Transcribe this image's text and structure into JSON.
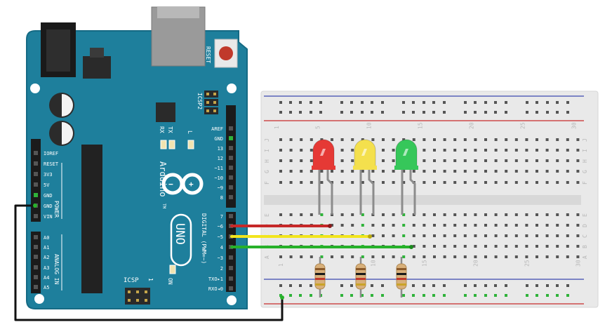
{
  "board": {
    "reset_label": "RESET",
    "icsp2_label": "ICSP2",
    "icsp_label": "ICSP",
    "tx_label": "TX",
    "rx_label": "RX",
    "l_label": "L",
    "brand": "Arduino",
    "model": "UNO",
    "tm": "TM",
    "on_label": "ON",
    "one_label": "1",
    "digital_label": "DIGITAL (PWM=~)",
    "power_label": "POWER",
    "analog_label": "ANALOG IN",
    "power_pins": [
      "IOREF",
      "RESET",
      "3V3",
      "5V",
      "GND",
      "GND",
      "VIN"
    ],
    "analog_pins": [
      "A0",
      "A1",
      "A2",
      "A3",
      "A4",
      "A5"
    ],
    "digital_pins_top": [
      "AREF",
      "GND",
      "13",
      "12",
      "~11",
      "~10",
      "~9",
      "8"
    ],
    "digital_pins_bottom": [
      "7",
      "~6",
      "~5",
      "4",
      "~3",
      "2",
      "TXO▸1",
      "RXO◂0"
    ]
  },
  "breadboard": {
    "column_numbers_top": [
      "1",
      "5",
      "10",
      "15",
      "20",
      "25",
      "30"
    ],
    "column_numbers_bottom": [
      "1",
      "5",
      "10",
      "15",
      "20",
      "25",
      "30"
    ],
    "row_letters_upper": [
      "J",
      "I",
      "H",
      "G",
      "F"
    ],
    "row_letters_lower": [
      "E",
      "D",
      "C",
      "B",
      "A"
    ]
  },
  "leds": [
    {
      "color_name": "red",
      "color": "#e53935",
      "arduino_pin": "~6"
    },
    {
      "color_name": "yellow",
      "color": "#f4e04d",
      "arduino_pin": "~5"
    },
    {
      "color_name": "green",
      "color": "#36c75a",
      "arduino_pin": "4"
    }
  ],
  "wires": [
    {
      "name": "red-wire",
      "color": "#c62828"
    },
    {
      "name": "yellow-wire",
      "color": "#f2e51d"
    },
    {
      "name": "green-wire",
      "color": "#27b12a"
    },
    {
      "name": "ground-wire",
      "color": "#111111"
    }
  ],
  "colors": {
    "board": "#1e7f9c",
    "board_edge": "#156a84",
    "breadboard": "#e9e9e9",
    "rail_blue": "#3b48b0",
    "rail_red": "#c82c2c"
  }
}
